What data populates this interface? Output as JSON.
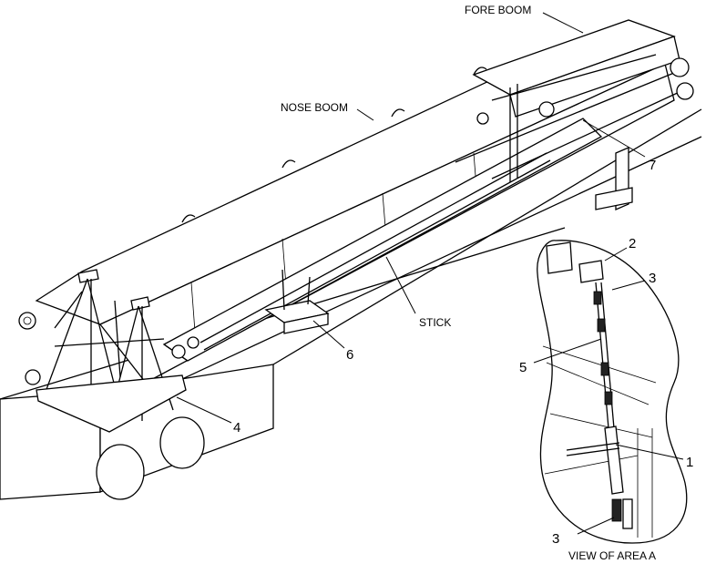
{
  "labels": {
    "fore_boom": "FORE BOOM",
    "nose_boom": "NOSE BOOM",
    "stick": "STICK",
    "view_caption": "VIEW OF AREA A"
  },
  "callouts": {
    "c1": "1",
    "c2": "2",
    "c3_top": "3",
    "c3_bottom": "3",
    "c4": "4",
    "c5": "5",
    "c6": "6",
    "c7": "7"
  }
}
